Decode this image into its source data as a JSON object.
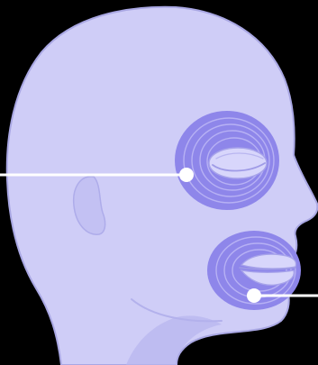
{
  "diagram": {
    "subject": "head-profile-facing-right",
    "background_color": "#000000",
    "head_fill_color": "#cfcdf7",
    "head_shadow_color": "#b7b5ee",
    "head_outline_color": "#a9a7e3",
    "muscle_fill_color": "#8e86ea",
    "muscle_ring_color": "#b7b1f4",
    "eyelid_color": "#d8d6fb",
    "leader_line_color": "#ffffff",
    "highlighted_regions": [
      {
        "name": "orbicularis-oculi",
        "location": "around-eye"
      },
      {
        "name": "orbicularis-oris",
        "location": "around-mouth"
      }
    ],
    "callouts": [
      {
        "target": "orbicularis-oculi",
        "label_side": "left",
        "label_text": ""
      },
      {
        "target": "orbicularis-oris",
        "label_side": "right",
        "label_text": ""
      }
    ]
  }
}
